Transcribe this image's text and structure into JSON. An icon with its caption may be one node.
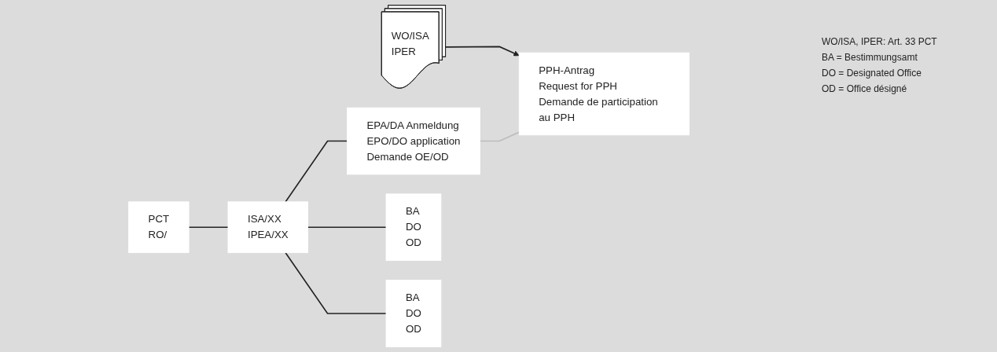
{
  "diagram": {
    "nodes": [
      {
        "text": [
          "PCT",
          "RO/"
        ]
      },
      {
        "text": [
          "ISA/XX",
          "IPEA/XX"
        ]
      },
      {
        "text": [
          "WO/ISA",
          "IPER"
        ]
      },
      {
        "text": [
          "EPA/DA Anmeldung",
          "EPO/DO application",
          "Demande OE/OD"
        ]
      },
      {
        "text": [
          "BA",
          "DO",
          "OD"
        ]
      },
      {
        "text": [
          "BA",
          "DO",
          "OD"
        ]
      },
      {
        "text": [
          "PPH-Antrag",
          "Request for PPH",
          "Demande de participation au PPH"
        ]
      }
    ],
    "edges": [
      {
        "from": 0,
        "to": 1,
        "arrow": "none"
      },
      {
        "from": 1,
        "to": 3,
        "arrow": "none"
      },
      {
        "from": 1,
        "to": 4,
        "arrow": "none"
      },
      {
        "from": 1,
        "to": 5,
        "arrow": "none"
      },
      {
        "from": 2,
        "to": 6,
        "arrow": "to"
      },
      {
        "from": 3,
        "to": 6,
        "arrow": "none",
        "color": "#bbbbbb"
      }
    ],
    "labels": [
      "WO/ISA, IPER: Art. 33 PCT",
      "BA = Bestimmungsamt",
      "DO = Designated Office",
      "OD = Office désigné"
    ]
  }
}
